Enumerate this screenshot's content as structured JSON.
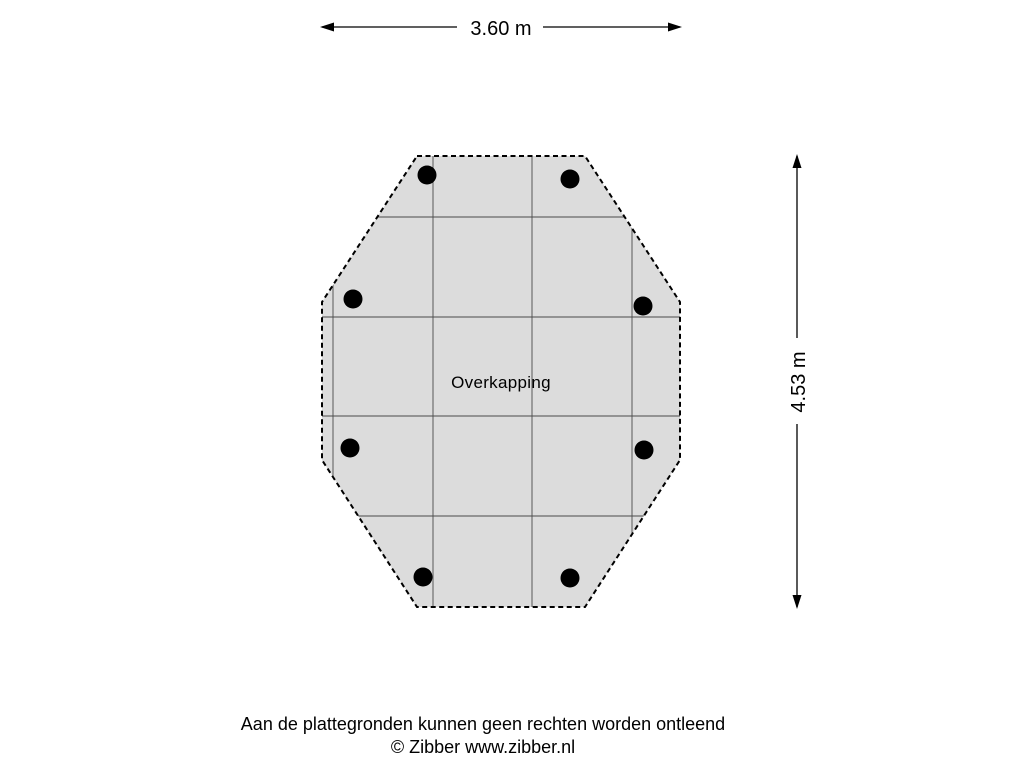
{
  "dimensions": {
    "width_label": "3.60 m",
    "depth_label": "4.53 m"
  },
  "room": {
    "name": "Overkapping",
    "fill_color": "#dcdcdc",
    "posts": 8
  },
  "footer": {
    "disclaimer": "Aan de plattegronden kunnen geen rechten worden ontleend",
    "copyright": "© Zibber www.zibber.nl"
  }
}
